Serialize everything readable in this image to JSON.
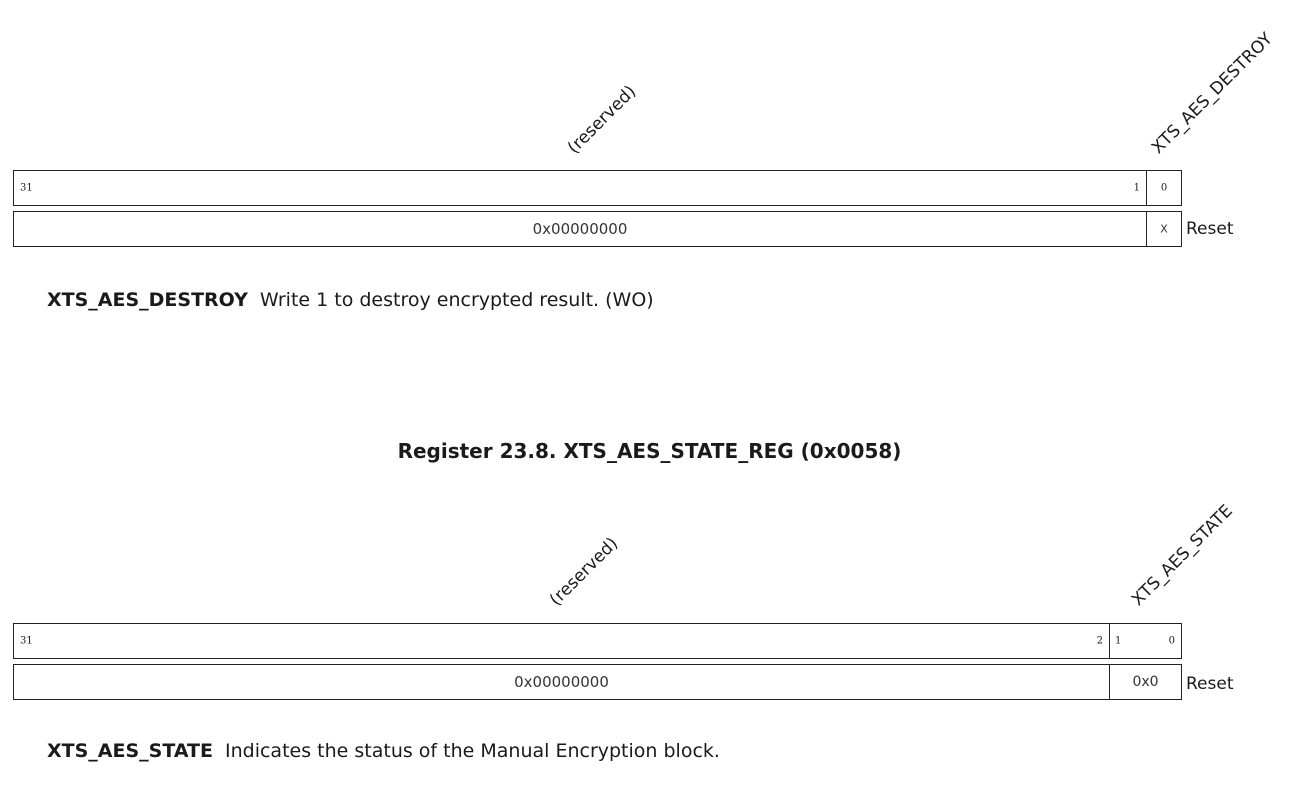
{
  "register1": {
    "fields": [
      {
        "name": "(reserved)"
      },
      {
        "name": "XTS_AES_DESTROY"
      }
    ],
    "bits": {
      "hi": "31",
      "lo": "1",
      "last": "0"
    },
    "reset": {
      "reserved": "0x00000000",
      "field": "X",
      "label": "Reset"
    },
    "description": {
      "field": "XTS_AES_DESTROY",
      "text": "Write 1 to destroy encrypted result. (WO)"
    }
  },
  "register2": {
    "title": "Register 23.8. XTS_AES_STATE_REG (0x0058)",
    "fields": [
      {
        "name": "(reserved)"
      },
      {
        "name": "XTS_AES_STATE"
      }
    ],
    "bits": {
      "hi": "31",
      "lo": "2",
      "field_hi": "1",
      "field_lo": "0"
    },
    "reset": {
      "reserved": "0x00000000",
      "field": "0x0",
      "label": "Reset"
    },
    "description": {
      "field": "XTS_AES_STATE",
      "text": "Indicates the status of the Manual Encryption block."
    }
  }
}
